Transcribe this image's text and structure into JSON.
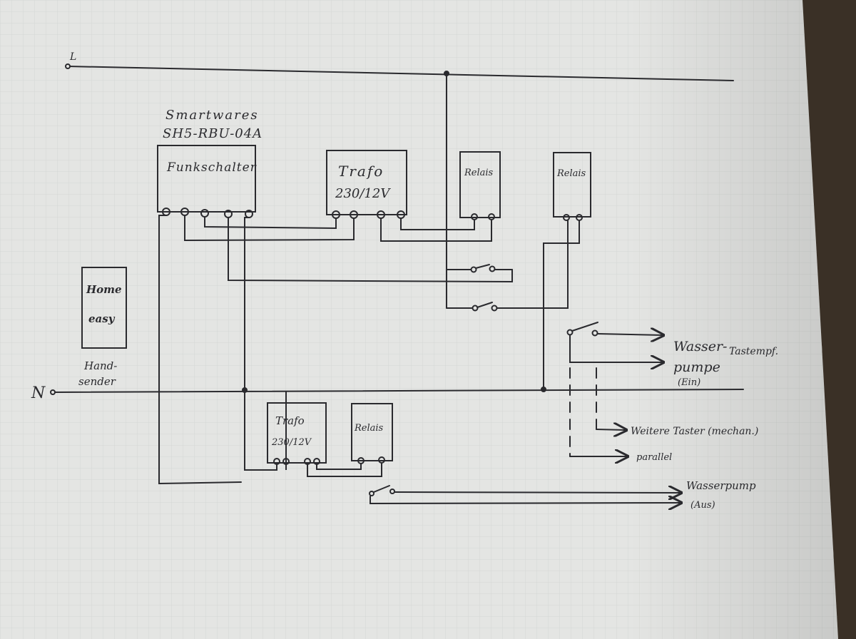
{
  "labels": {
    "line": "L",
    "neutral": "N",
    "brand": "Smartwares",
    "model": "SH5-RBU-04A",
    "radio_switch": "Funkschalter",
    "trafo_top_name": "Trafo",
    "trafo_top_rating": "230/12V",
    "relay_1": "Relais",
    "relay_2": "Relais",
    "remote_line1": "Home",
    "remote_line2": "easy",
    "handheld_line1": "Hand-",
    "handheld_line2": "sender",
    "trafo_bottom_name": "Trafo",
    "trafo_bottom_rating": "230/12V",
    "relay_3": "Relais",
    "pump_on_line1": "Wasser-",
    "pump_on_line2": "pumpe",
    "pump_on_line3": "(Ein)",
    "push_button": "Tastempf.",
    "more_buttons": "Weitere Taster (mechan.)",
    "parallel": "parallel",
    "pump_off_line1": "Wasserpump",
    "pump_off_line2": "(Aus)"
  },
  "colors": {
    "paper": "#e3e4e2",
    "ink": "#2a2a2e",
    "grid": "#d1d3d1",
    "background": "#3a3026"
  }
}
